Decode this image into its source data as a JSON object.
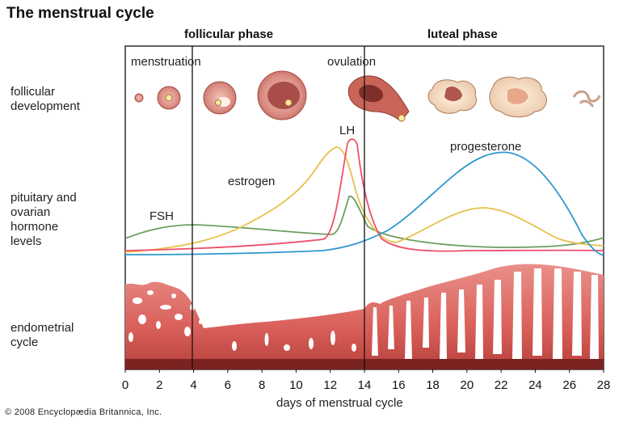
{
  "title": "The menstrual cycle",
  "phases": {
    "follicular": "follicular phase",
    "luteal": "luteal phase"
  },
  "events": {
    "menstruation": "menstruation",
    "ovulation": "ovulation"
  },
  "rows": {
    "follicular": [
      "follicular",
      "development"
    ],
    "hormone": [
      "pituitary and",
      "ovarian",
      "hormone",
      "levels"
    ],
    "endometrial": [
      "endometrial",
      "cycle"
    ]
  },
  "hormone_labels": {
    "lh": "LH",
    "estrogen": "estrogen",
    "fsh": "FSH",
    "progesterone": "progesterone"
  },
  "colors": {
    "lh": "#ee4f6a",
    "estrogen": "#e8c04a",
    "fsh": "#6b9e5f",
    "progesterone": "#2e97cf"
  },
  "x_axis": {
    "label": "days of menstrual cycle",
    "ticks": [
      0,
      2,
      4,
      6,
      8,
      10,
      12,
      14,
      16,
      18,
      20,
      22,
      24,
      26,
      28
    ]
  },
  "copyright": "© 2008 Encyclopædia Britannica, Inc."
}
